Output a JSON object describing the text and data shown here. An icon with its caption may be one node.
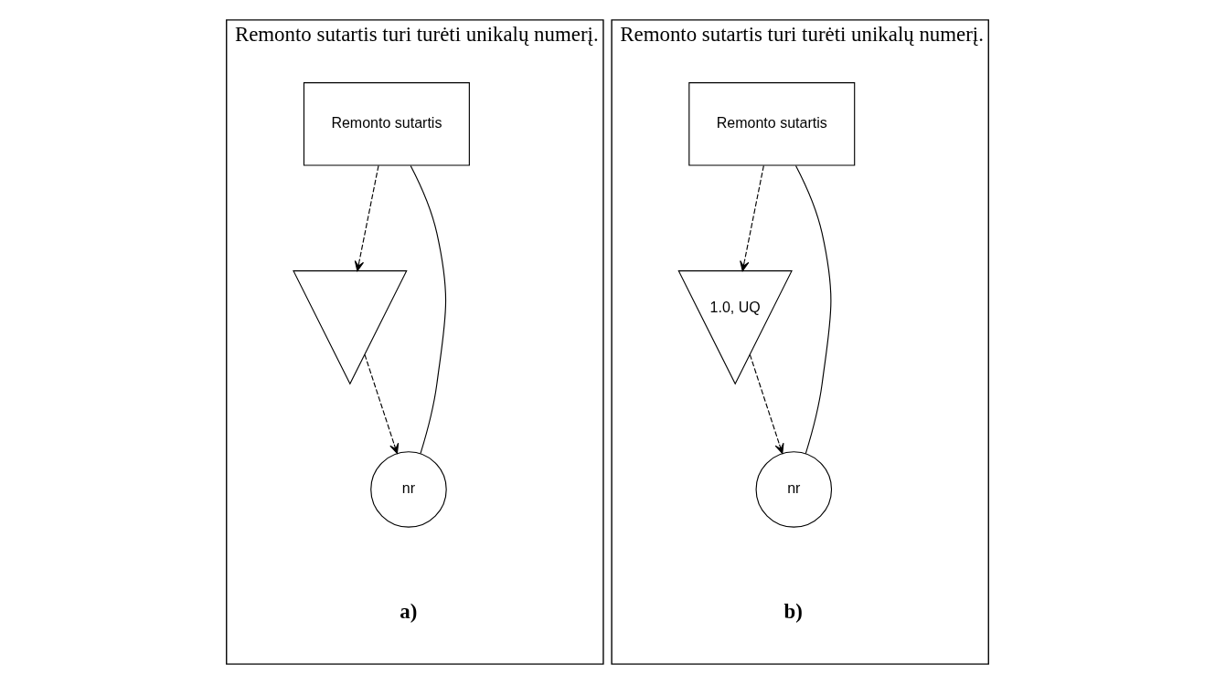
{
  "diagram": {
    "nodes": [
      {
        "text": [
          "Remonto sutartis turi turėti unikalų numerį.",
          "a)"
        ]
      },
      {
        "text": [
          "Remonto sutartis"
        ],
        "in": 0
      },
      {
        "text": [],
        "shape": "triangle",
        "in": 0
      },
      {
        "text": [
          "nr"
        ],
        "in": 0
      },
      {
        "text": [
          "Remonto sutartis turi turėti unikalų numerį.",
          "b)"
        ]
      },
      {
        "text": [
          "Remonto sutartis"
        ],
        "in": 4
      },
      {
        "text": [
          "1.0, UQ"
        ],
        "in": 4
      },
      {
        "text": [
          "nr"
        ],
        "in": 4
      }
    ],
    "edges": [
      {
        "from": 1,
        "to": 3,
        "arrow": "none"
      },
      {
        "from": 1,
        "to": 2,
        "arrow": "to",
        "style": "dashed"
      },
      {
        "from": 2,
        "to": 3,
        "arrow": "to",
        "style": "dashed"
      },
      {
        "from": 5,
        "to": 7,
        "arrow": "none"
      },
      {
        "from": 5,
        "to": 6,
        "arrow": "to",
        "style": "dashed"
      },
      {
        "from": 6,
        "to": 7,
        "arrow": "to",
        "style": "dashed"
      }
    ]
  }
}
